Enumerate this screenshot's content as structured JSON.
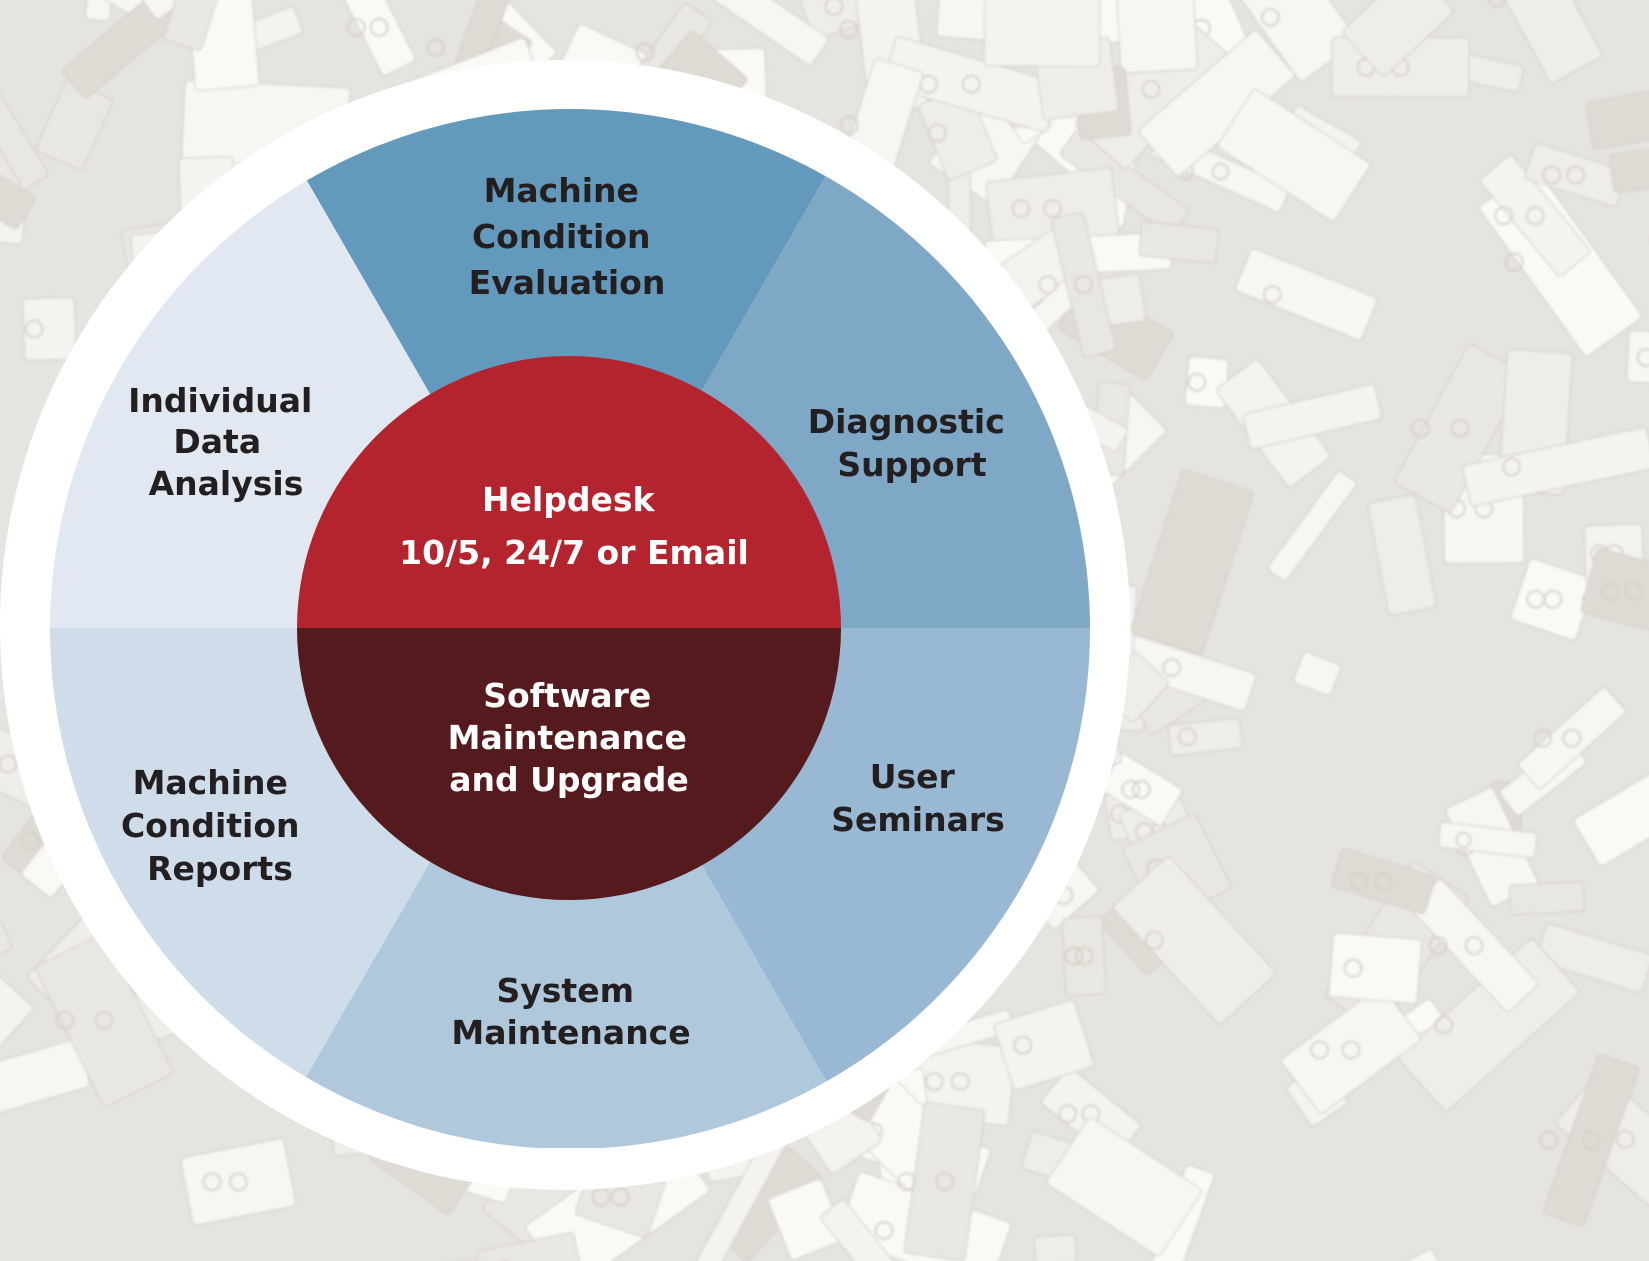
{
  "diagram": {
    "colors": {
      "top_segment": "#6399bd",
      "upper_right_segment": "#7ea8c6",
      "lower_right_segment": "#98b8d3",
      "bottom_segment": "#b0c8dc",
      "lower_left_segment": "#cfdce9",
      "upper_left_segment": "#e1e8f2",
      "center_top": "#b3242f",
      "center_bottom": "#551a1d",
      "outer_ring": "#ffffff",
      "segment_text": "#231f20",
      "center_text": "#ffffff",
      "background": "#e6e4df"
    },
    "segments": [
      {
        "id": "machine-condition-evaluation",
        "lines": [
          "Machine",
          "Condition",
          "Evaluation"
        ]
      },
      {
        "id": "diagnostic-support",
        "lines": [
          "Diagnostic",
          "Support"
        ]
      },
      {
        "id": "user-seminars",
        "lines": [
          "User",
          "Seminars"
        ]
      },
      {
        "id": "system-maintenance",
        "lines": [
          "System",
          "Maintenance"
        ]
      },
      {
        "id": "machine-condition-reports",
        "lines": [
          "Machine",
          "Condition",
          "Reports"
        ]
      },
      {
        "id": "individual-data-analysis",
        "lines": [
          "Individual",
          "Data",
          "Analysis"
        ]
      }
    ],
    "center": {
      "top": {
        "lines": [
          "Helpdesk",
          "10/5, 24/7 or Email"
        ]
      },
      "bottom": {
        "lines": [
          "Software",
          "Maintenance",
          "and Upgrade"
        ]
      }
    }
  }
}
